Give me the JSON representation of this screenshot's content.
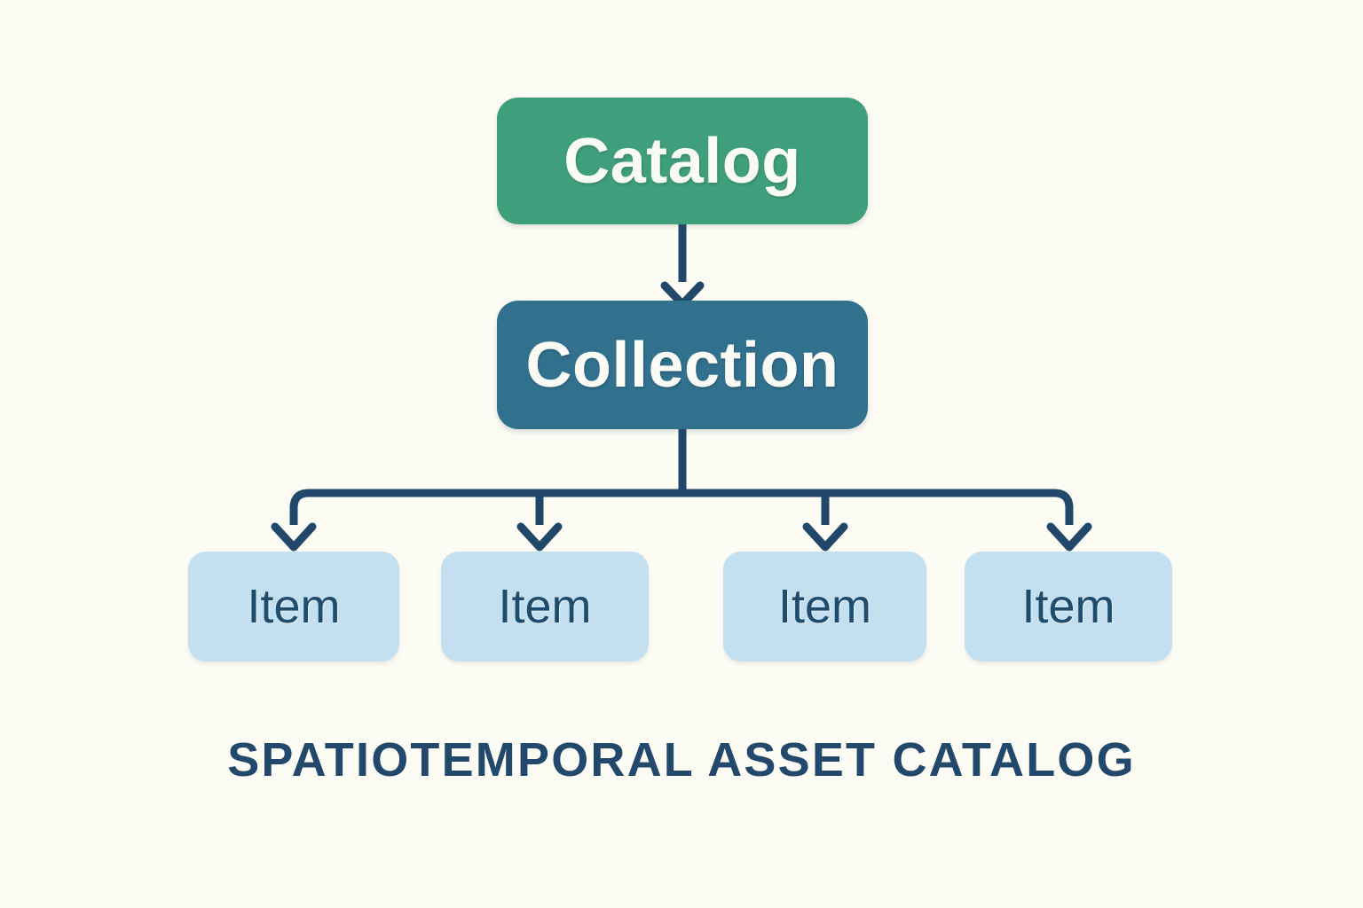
{
  "diagram": {
    "title": "SPATIOTEMPORAL ASSET CATALOG",
    "background_color": "#fdfcf4",
    "connector_color": "#21486b",
    "nodes": {
      "catalog": {
        "label": "Catalog",
        "fill_color": "#3f9e7c",
        "text_color": "#fbfbf6"
      },
      "collection": {
        "label": "Collection",
        "fill_color": "#31718e",
        "text_color": "#fbfbf6"
      },
      "items": [
        {
          "label": "Item",
          "fill_color": "#c4dfef",
          "text_color": "#1f4b6d"
        },
        {
          "label": "Item",
          "fill_color": "#c4dfef",
          "text_color": "#1f4b6d"
        },
        {
          "label": "Item",
          "fill_color": "#c4dfef",
          "text_color": "#1f4b6d"
        },
        {
          "label": "Item",
          "fill_color": "#c4dfef",
          "text_color": "#1f4b6d"
        }
      ]
    },
    "edges": [
      {
        "from": "Catalog",
        "to": "Collection",
        "style": "arrow"
      },
      {
        "from": "Collection",
        "to": "Item",
        "style": "arrow"
      },
      {
        "from": "Collection",
        "to": "Item",
        "style": "arrow"
      },
      {
        "from": "Collection",
        "to": "Item",
        "style": "arrow"
      },
      {
        "from": "Collection",
        "to": "Item",
        "style": "arrow"
      }
    ]
  }
}
